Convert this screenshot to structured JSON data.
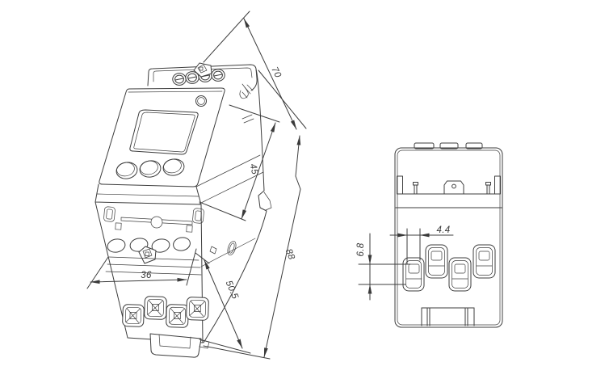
{
  "page": {
    "background": "#ffffff"
  },
  "drawing": {
    "stroke_color": "#3d3d3d",
    "dim_color": "#3a3a3a",
    "isometric_view": {
      "dim_depth_total": "70",
      "dim_depth_front": "45",
      "dim_height_total": "88",
      "dim_depth_body": "50.5",
      "dim_width": "36"
    },
    "front_view": {
      "dim_terminal_width": "4.4",
      "dim_terminal_height": "6.8"
    }
  }
}
